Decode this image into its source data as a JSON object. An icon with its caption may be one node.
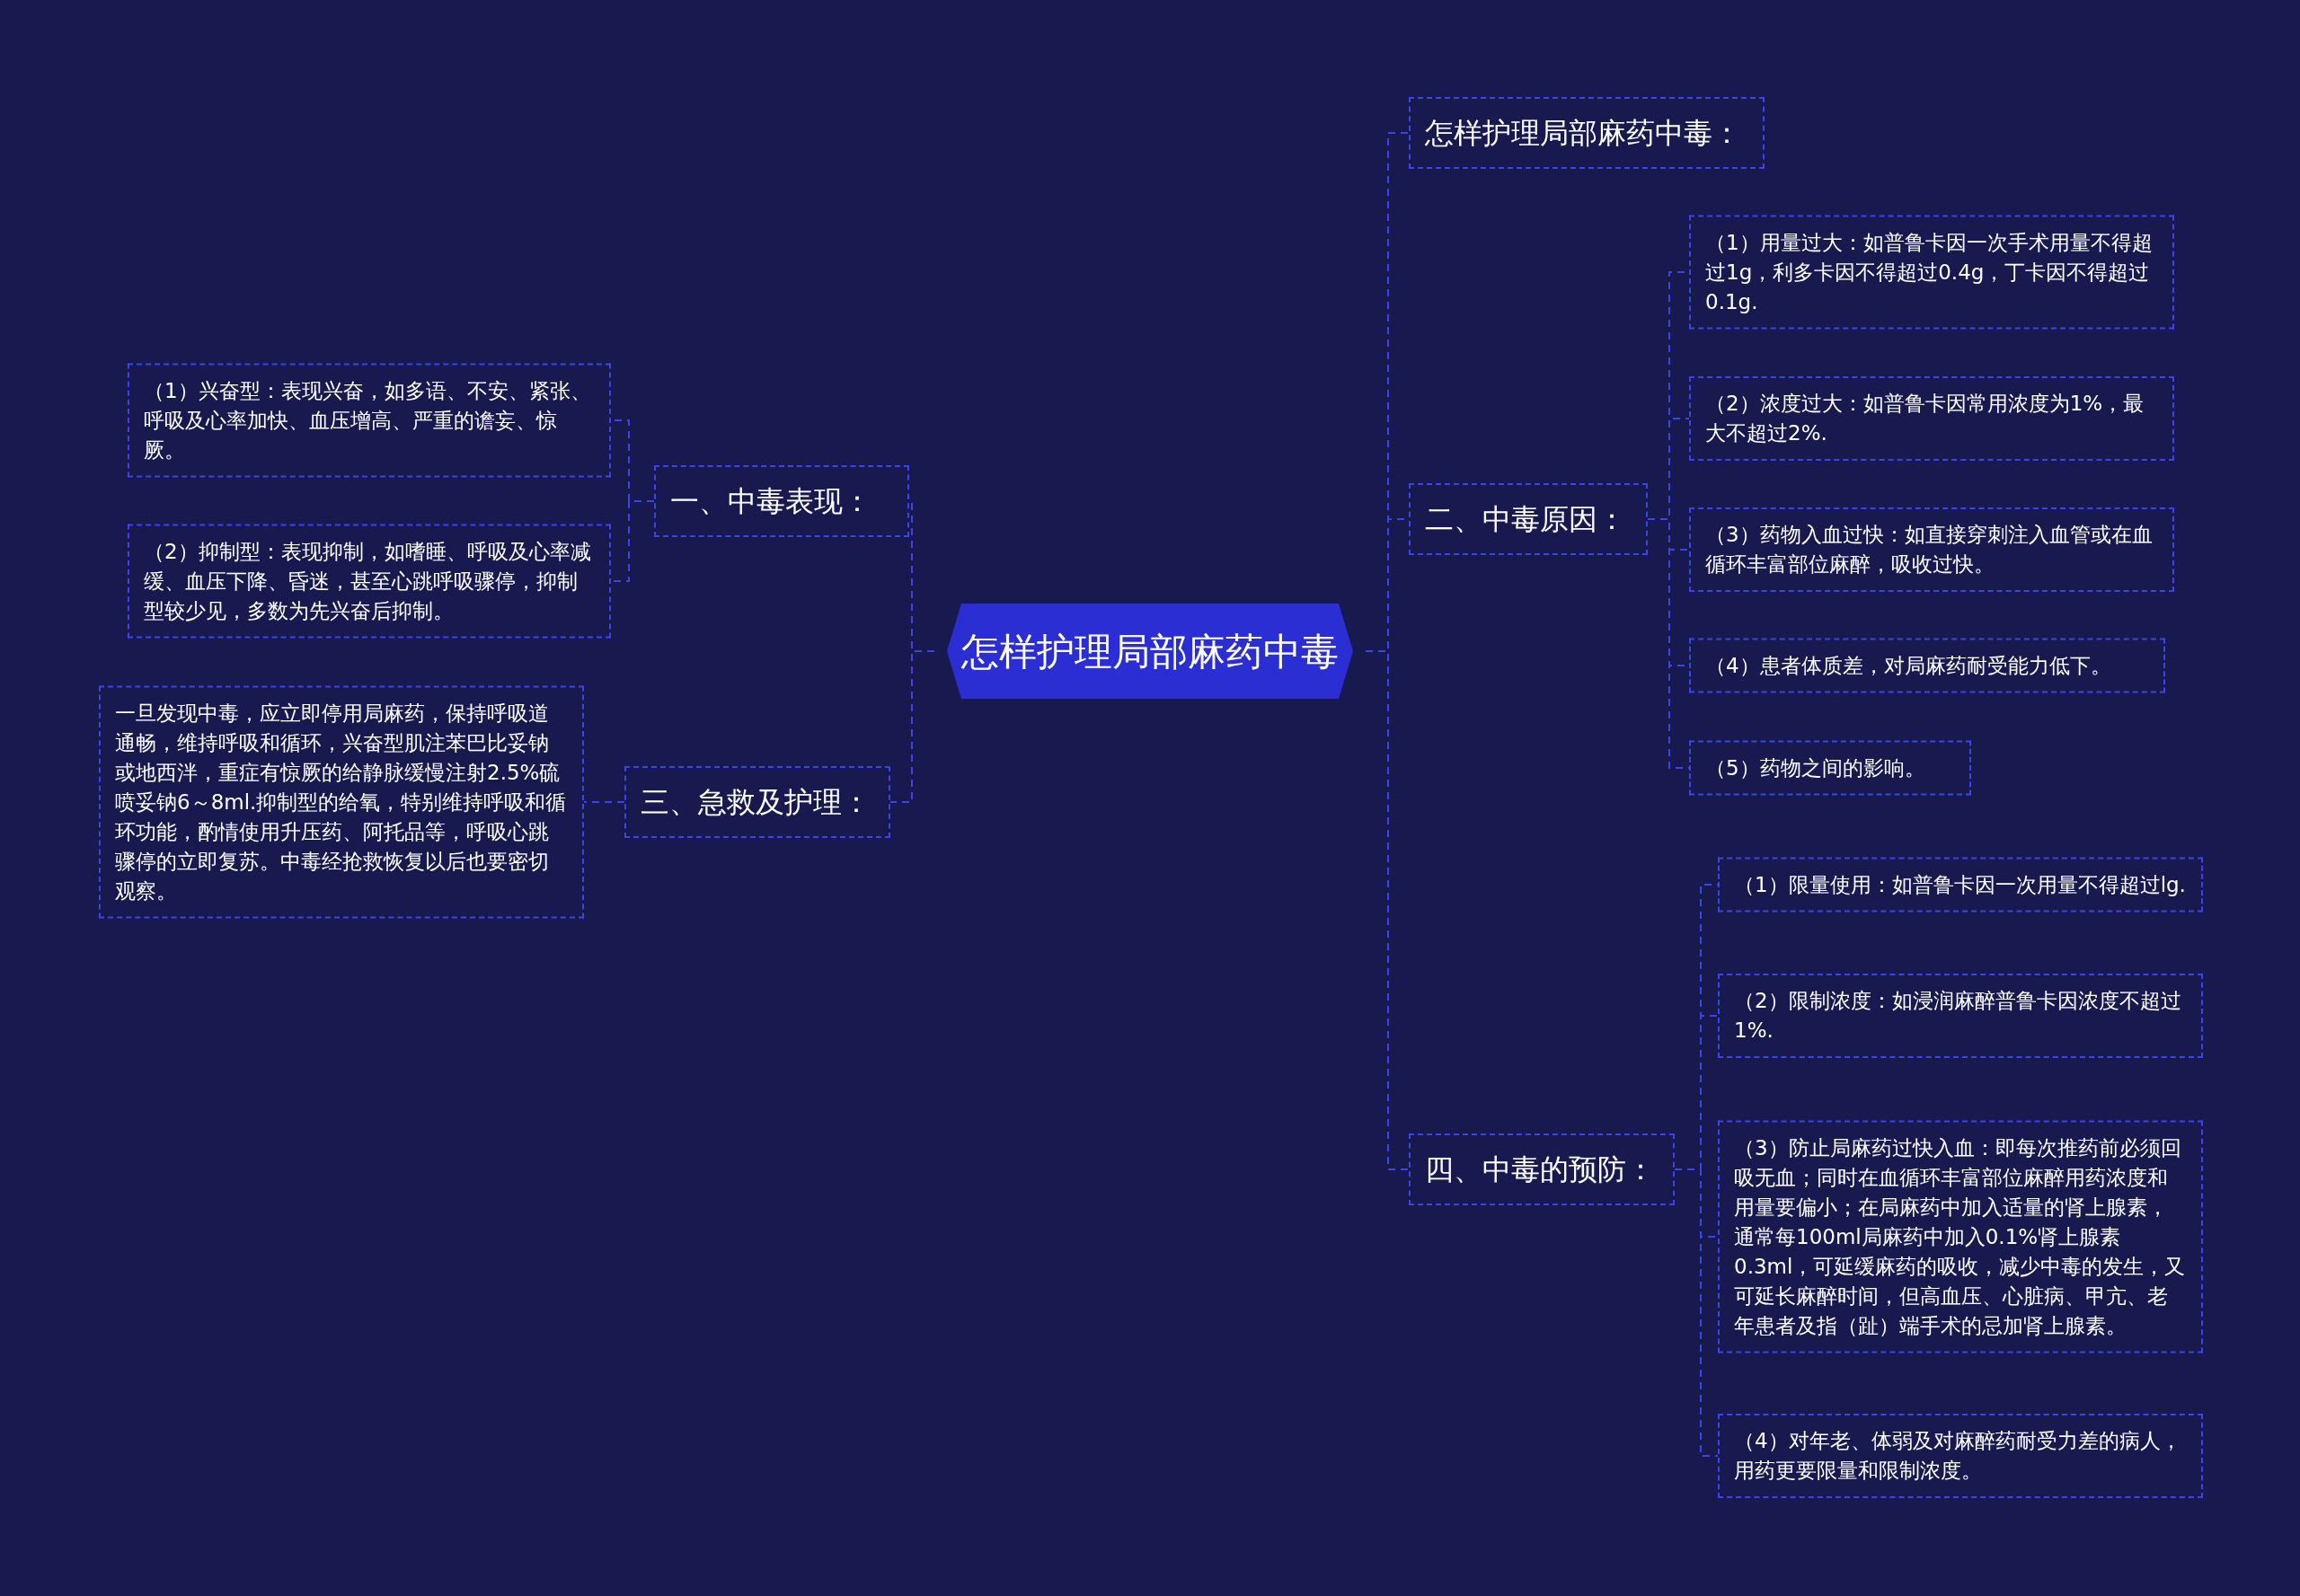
{
  "diagram": {
    "nodes": [
      {
        "text": [
          "怎样护理局部麻药中毒"
        ]
      },
      {
        "text": [
          "怎样护理局部麻药中毒："
        ]
      },
      {
        "text": [
          "二、中毒原因："
        ]
      },
      {
        "text": [
          "（1）用量过大：如普鲁卡因一次手术用量不得超过1g，利多卡因不得超过0.4g，丁卡因不得超过0.1g."
        ]
      },
      {
        "text": [
          "（2）浓度过大：如普鲁卡因常用浓度为1%，最大不超过2%."
        ]
      },
      {
        "text": [
          "（3）药物入血过快：如直接穿刺注入血管或在血循环丰富部位麻醉，吸收过快。"
        ]
      },
      {
        "text": [
          "（4）患者体质差，对局麻药耐受能力低下。"
        ]
      },
      {
        "text": [
          "（5）药物之间的影响。"
        ]
      },
      {
        "text": [
          "四、中毒的预防："
        ]
      },
      {
        "text": [
          "（1）限量使用：如普鲁卡因一次用量不得超过lg."
        ]
      },
      {
        "text": [
          "（2）限制浓度：如浸润麻醉普鲁卡因浓度不超过1%."
        ]
      },
      {
        "text": [
          "（3）防止局麻药过快入血：即每次推药前必须回吸无血；同时在血循环丰富部位麻醉用药浓度和用量要偏小；在局麻药中加入适量的肾上腺素，通常每100ml局麻药中加入0.1%肾上腺素0.3ml，可延缓麻药的吸收，减少中毒的发生，又可延长麻醉时间，但高血压、心脏病、甲亢、老年患者及指（趾）端手术的忌加肾上腺素。"
        ]
      },
      {
        "text": [
          "（4）对年老、体弱及对麻醉药耐受力差的病人，用药更要限量和限制浓度。"
        ]
      },
      {
        "text": [
          "一、中毒表现："
        ]
      },
      {
        "text": [
          "（1）兴奋型：表现兴奋，如多语、不安、紧张、呼吸及心率加快、血压增高、严重的谵妄、惊厥。"
        ]
      },
      {
        "text": [
          "（2）抑制型：表现抑制，如嗜睡、呼吸及心率减缓、血压下降、昏迷，甚至心跳呼吸骤停，抑制型较少见，多数为先兴奋后抑制。"
        ]
      },
      {
        "text": [
          "三、急救及护理："
        ]
      },
      {
        "text": [
          "一旦发现中毒，应立即停用局麻药，保持呼吸道通畅，维持呼吸和循环，兴奋型肌注苯巴比妥钠或地西泮，重症有惊厥的给静脉缓慢注射2.5%硫喷妥钠6～8ml.抑制型的给氧，特别维持呼吸和循环功能，酌情使用升压药、阿托品等，呼吸心跳骤停的立即复苏。中毒经抢救恢复以后也要密切观察。"
        ]
      }
    ],
    "edges": [
      {
        "from": 0,
        "to": 1,
        "arrow": "none"
      },
      {
        "from": 0,
        "to": 2,
        "arrow": "none"
      },
      {
        "from": 0,
        "to": 8,
        "arrow": "none"
      },
      {
        "from": 0,
        "to": 13,
        "arrow": "none"
      },
      {
        "from": 0,
        "to": 16,
        "arrow": "none"
      },
      {
        "from": 2,
        "to": 3,
        "arrow": "none"
      },
      {
        "from": 2,
        "to": 4,
        "arrow": "none"
      },
      {
        "from": 2,
        "to": 5,
        "arrow": "none"
      },
      {
        "from": 2,
        "to": 6,
        "arrow": "none"
      },
      {
        "from": 2,
        "to": 7,
        "arrow": "none"
      },
      {
        "from": 8,
        "to": 9,
        "arrow": "none"
      },
      {
        "from": 8,
        "to": 10,
        "arrow": "none"
      },
      {
        "from": 8,
        "to": 11,
        "arrow": "none"
      },
      {
        "from": 8,
        "to": 12,
        "arrow": "none"
      },
      {
        "from": 13,
        "to": 14,
        "arrow": "none"
      },
      {
        "from": 13,
        "to": 15,
        "arrow": "none"
      },
      {
        "from": 16,
        "to": 17,
        "arrow": "none"
      }
    ]
  }
}
